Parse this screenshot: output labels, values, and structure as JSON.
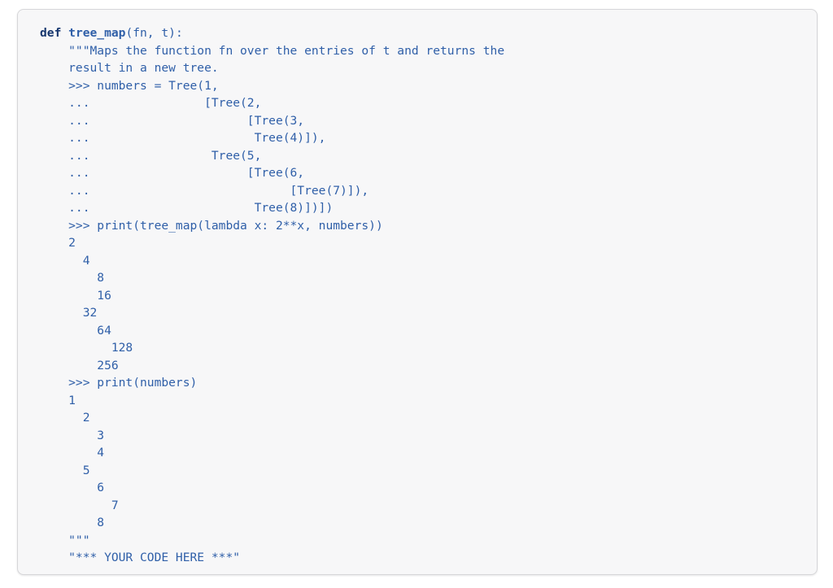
{
  "document": {
    "type": "python-source-snippet",
    "language": "python",
    "title": "tree_map function skeleton",
    "colors": {
      "card_background": "#f7f7f8",
      "card_border": "#d6d6d9",
      "page_background": "#ffffff",
      "text_blue": "#2f5fa8",
      "keyword_navy": "#16366e"
    }
  },
  "code": {
    "signature": {
      "keyword": "def",
      "name": "tree_map",
      "params": "(fn, t):"
    },
    "lines": [
      "    \"\"\"Maps the function fn over the entries of t and returns the",
      "    result in a new tree.",
      "    >>> numbers = Tree(1,",
      "    ...                [Tree(2,",
      "    ...                      [Tree(3,",
      "    ...                       Tree(4)]),",
      "    ...                 Tree(5,",
      "    ...                      [Tree(6,",
      "    ...                            [Tree(7)]),",
      "    ...                       Tree(8)])])",
      "    >>> print(tree_map(lambda x: 2**x, numbers))",
      "    2",
      "      4",
      "        8",
      "        16",
      "      32",
      "        64",
      "          128",
      "        256",
      "    >>> print(numbers)",
      "    1",
      "      2",
      "        3",
      "        4",
      "      5",
      "        6",
      "          7",
      "        8",
      "    \"\"\"",
      "    \"*** YOUR CODE HERE ***\""
    ]
  }
}
